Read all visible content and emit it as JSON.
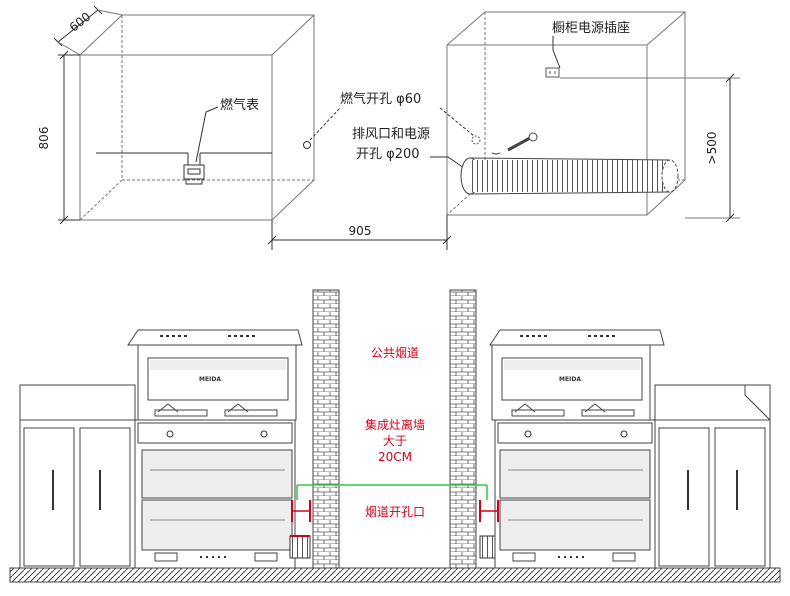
{
  "top": {
    "dim_depth": "600",
    "dim_height": "806",
    "dim_distance": "905",
    "dim_socket_height": ">500",
    "label_gas_meter": "燃气表",
    "label_gas_hole": "燃气开孔 φ60",
    "label_exhaust_1": "排风口和电源",
    "label_exhaust_2": "开孔 φ200",
    "label_socket": "橱柜电源插座"
  },
  "bottom": {
    "label_flue": "公共烟道",
    "label_distance_1": "集成灶离墙",
    "label_distance_2": "大于",
    "label_distance_3": "20CM",
    "label_flue_hole": "烟道开孔口",
    "brand": "MEIDA"
  },
  "colors": {
    "annotation": "#d0021b",
    "distance_line": "#2ecc40"
  }
}
